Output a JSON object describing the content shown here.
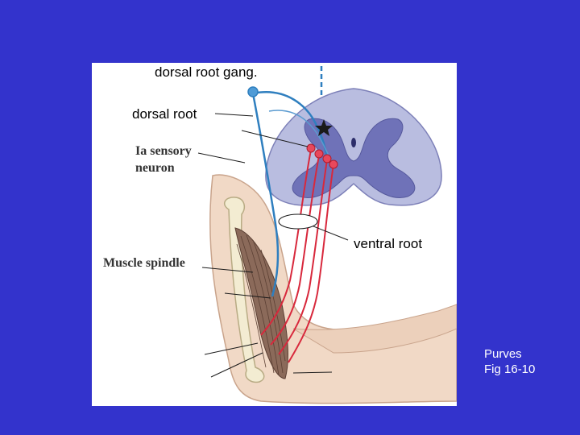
{
  "labels": {
    "dorsal_root_ganglion": "dorsal root gang.",
    "dorsal_root": "dorsal root",
    "ia_sensory_line1": "Ia sensory",
    "ia_sensory_line2": "neuron",
    "muscle_spindle": "Muscle spindle",
    "ventral_root": "ventral root"
  },
  "credit": {
    "line1": "Purves",
    "line2": "Fig 16-10"
  },
  "colors": {
    "slide_background": "#3333cc",
    "gray_matter": "#6f72b8",
    "white_matter": "#b9bde0",
    "sensory_neuron": "#2f7fbf",
    "motor_neuron": "#d8283c",
    "skin": "#f1d9c6",
    "muscle": "#8b6a5a"
  }
}
